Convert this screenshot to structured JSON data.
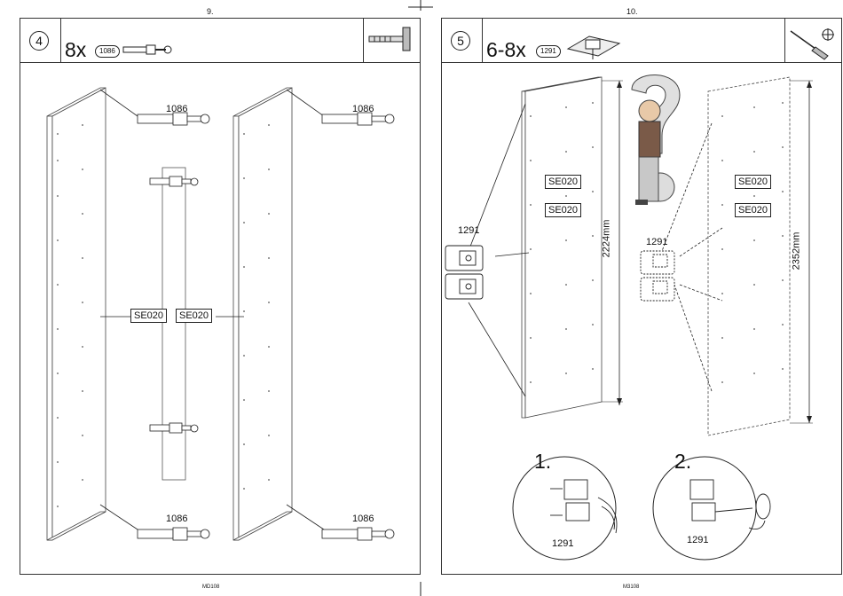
{
  "left_page": {
    "page_number": "9.",
    "footer": "MD108",
    "step": "4",
    "quantity": "8x",
    "part": "1086",
    "labels": [
      "1086",
      "1086",
      "1086",
      "1086"
    ],
    "codes": [
      "SE020",
      "SE020"
    ],
    "tool_icon": "hammer-icon"
  },
  "right_page": {
    "page_number": "10.",
    "footer": "M3108",
    "step": "5",
    "quantity": "6-8x",
    "part": "1291",
    "labels": [
      "1291",
      "1291",
      "1291",
      "1291"
    ],
    "codes": [
      "SE020",
      "SE020",
      "SE020",
      "SE020"
    ],
    "dimensions": [
      "2224mm",
      "2352mm"
    ],
    "substeps": [
      "1.",
      "2."
    ],
    "tool_icons": [
      "screwdriver-icon",
      "crosshead-icon"
    ]
  }
}
